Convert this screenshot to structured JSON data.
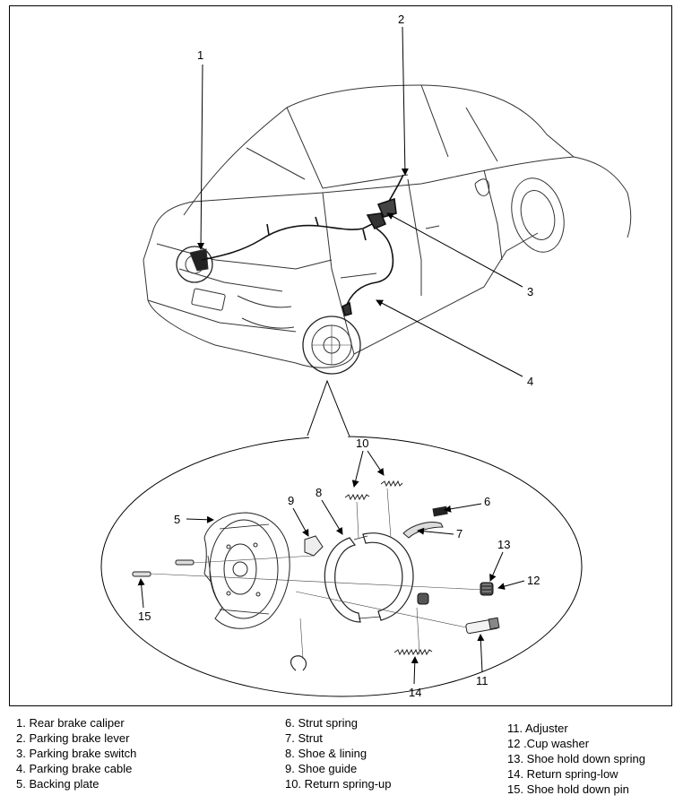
{
  "callouts": [
    "1",
    "2",
    "3",
    "4",
    "5",
    "6",
    "7",
    "8",
    "9",
    "10",
    "11",
    "12",
    "13",
    "14",
    "15"
  ],
  "legend": {
    "col1": [
      "1. Rear brake caliper",
      "2. Parking brake lever",
      "3. Parking brake switch",
      "4. Parking brake cable",
      "5. Backing plate"
    ],
    "col2": [
      "6. Strut spring",
      "7. Strut",
      "8. Shoe & lining",
      "9. Shoe guide",
      "10. Return spring-up"
    ],
    "col3": [
      "11. Adjuster",
      "12 .Cup washer",
      "13. Shoe hold down spring",
      "14. Return spring-low",
      "15. Shoe hold down pin"
    ]
  }
}
